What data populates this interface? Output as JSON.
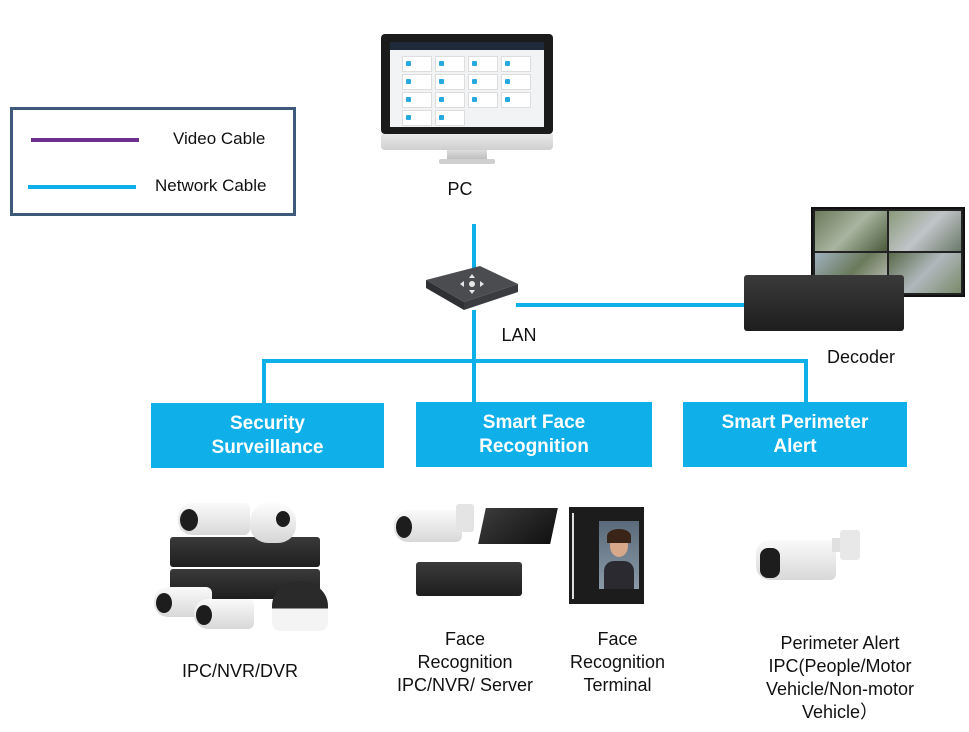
{
  "legend": {
    "items": [
      {
        "label": "Video Cable",
        "color": "#6a2f8f"
      },
      {
        "label": "Network Cable",
        "color": "#0fb0ea"
      }
    ]
  },
  "nodes": {
    "pc": {
      "label": "PC",
      "icon": "desktop-monitor-icon"
    },
    "lan": {
      "label": "LAN",
      "icon": "network-switch-icon"
    },
    "decoder": {
      "label": "Decoder",
      "icon": "decoder-with-display-icon"
    }
  },
  "categories": [
    {
      "line1": "Security",
      "line2": "Surveillance"
    },
    {
      "line1": "Smart Face",
      "line2": "Recognition"
    },
    {
      "line1": "Smart Perimeter",
      "line2": "Alert"
    }
  ],
  "devices": [
    {
      "lines": [
        "IPC/NVR/DVR"
      ],
      "icon": "cameras-and-recorders-icon"
    },
    {
      "lines": [
        "Face",
        "Recognition",
        "IPC/NVR/ Server"
      ],
      "icon": "face-recognition-camera-server-icon"
    },
    {
      "lines": [
        "Face",
        "Recognition",
        "Terminal"
      ],
      "icon": "face-recognition-terminal-icon"
    },
    {
      "lines": [
        "Perimeter Alert",
        "IPC(People/Motor",
        "Vehicle/Non-motor",
        "Vehicle）"
      ],
      "icon": "bullet-camera-icon"
    }
  ],
  "colors": {
    "network": "#0fb0ea",
    "category_bg": "#0fb0ea",
    "legend_border": "#3d5a7a"
  }
}
